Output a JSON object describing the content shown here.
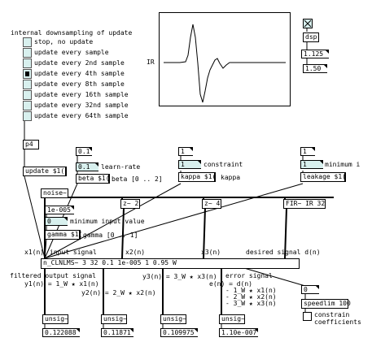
{
  "radio": {
    "title": "internal downsampling of update",
    "selected_index": 3,
    "options": [
      "stop, no update",
      "update every sample",
      "update every 2nd sample",
      "update every 4th sample",
      "update every 8th sample",
      "update every 16th sample",
      "update every 32nd sample",
      "update every 64th sample"
    ]
  },
  "graph": {
    "label": "IR"
  },
  "dsp": {
    "toggle_state": "on",
    "dsp_label": "dsp",
    "cpu_value": "1.125",
    "rate_value": "1.50"
  },
  "downsample": {
    "p4_label": "p4",
    "update_obj": "update $1("
  },
  "learnrate": {
    "value": "0.1",
    "msg_value": "0.1",
    "label": "learn-rate",
    "beta_msg": "beta $1(",
    "beta_label": "beta [0 .. 2]"
  },
  "constraint": {
    "value": "1",
    "msg_value": "1",
    "label": "constraint",
    "kappa_msg": "kappa $1(",
    "kappa_label": "kappa"
  },
  "mininput": {
    "value": "1",
    "msg_value": "1",
    "label": "minimum i",
    "leakage_msg": "leakage $1("
  },
  "noise": {
    "noise_obj": "noise~",
    "gamma_value": "1e-005",
    "min_input_label": "minimum input value",
    "zero_value": "0",
    "gamma_msg": "gamma $1(",
    "gamma_label": "gamma [0 .. 1]"
  },
  "filters": {
    "z2": "z~ 2",
    "z4": "z~ 4",
    "fir": "FIR~ IR 32",
    "lms_obj": "n_CLNLMS~ 3 32 0.1 1e-005 1 0.95 W"
  },
  "signals": {
    "x1": "x1(n)",
    "input_signal": "input signal",
    "x2": "x2(n)",
    "x3": "x3(n)",
    "desired": "desired signal d(n)",
    "filtered": "filtered output signal",
    "y1": "y1(n) = 1_W ★ x1(n)",
    "y2": "y2(n) = 2_W ★ x2(n)",
    "y3": "y3(n) = 3_W ★ x3(n)",
    "error_title": "error signal",
    "en": "e(n) = d(n)",
    "e1": "- 1_W ★ x1(n)",
    "e2": "- 2_W ★ x2(n)",
    "e3": "- 3_W ★ x3(n)"
  },
  "meters": {
    "unsig": "unsig~",
    "values": [
      "0.122088",
      "0.11871",
      "0.109975",
      "1.10e-007"
    ]
  },
  "speed": {
    "zero": "0",
    "speedlim": "speedlim 100",
    "constrain_label": "constrain",
    "coeff_label": "coefficients"
  }
}
